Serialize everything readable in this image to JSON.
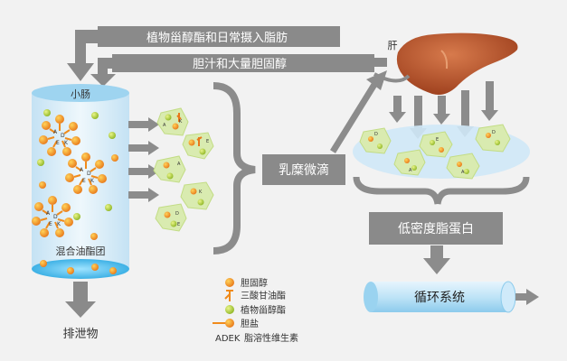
{
  "labels": {
    "banner_top": "植物甾醇酯和日常摄入脂肪",
    "banner_second": "胆汁和大量胆固醇",
    "small_intestine": "小肠",
    "mixed_micelle": "混合油酯团",
    "excretion": "排泄物",
    "chylomicron": "乳糜微滴",
    "liver": "肝",
    "ldl": "低密度脂蛋白",
    "circulation": "循环系统"
  },
  "legend": [
    {
      "icon": "cholesterol-icon",
      "label": "胆固醇"
    },
    {
      "icon": "triglyceride-icon",
      "label": "三酸甘油酯"
    },
    {
      "icon": "plant-sterol-ester-icon",
      "label": "植物甾醇酯"
    },
    {
      "icon": "bile-salt-icon",
      "label": "胆盐"
    },
    {
      "icon": "vitamin-letters",
      "label": "脂溶性维生素",
      "prefix": "ADEK"
    }
  ],
  "vitamin_letters": [
    "A",
    "D",
    "E",
    "K"
  ],
  "colors": {
    "background": "#f2f2f2",
    "arrow_gray": "#8c8c8c",
    "banner_gray": "#8a8a8a",
    "cylinder_blue": "#cfe8f7",
    "liver_brown": "#b4552c",
    "cholesterol_orange": "#f39a1e",
    "plant_sterol_green": "#b9d334",
    "cell_green": "#d9ebb0"
  }
}
